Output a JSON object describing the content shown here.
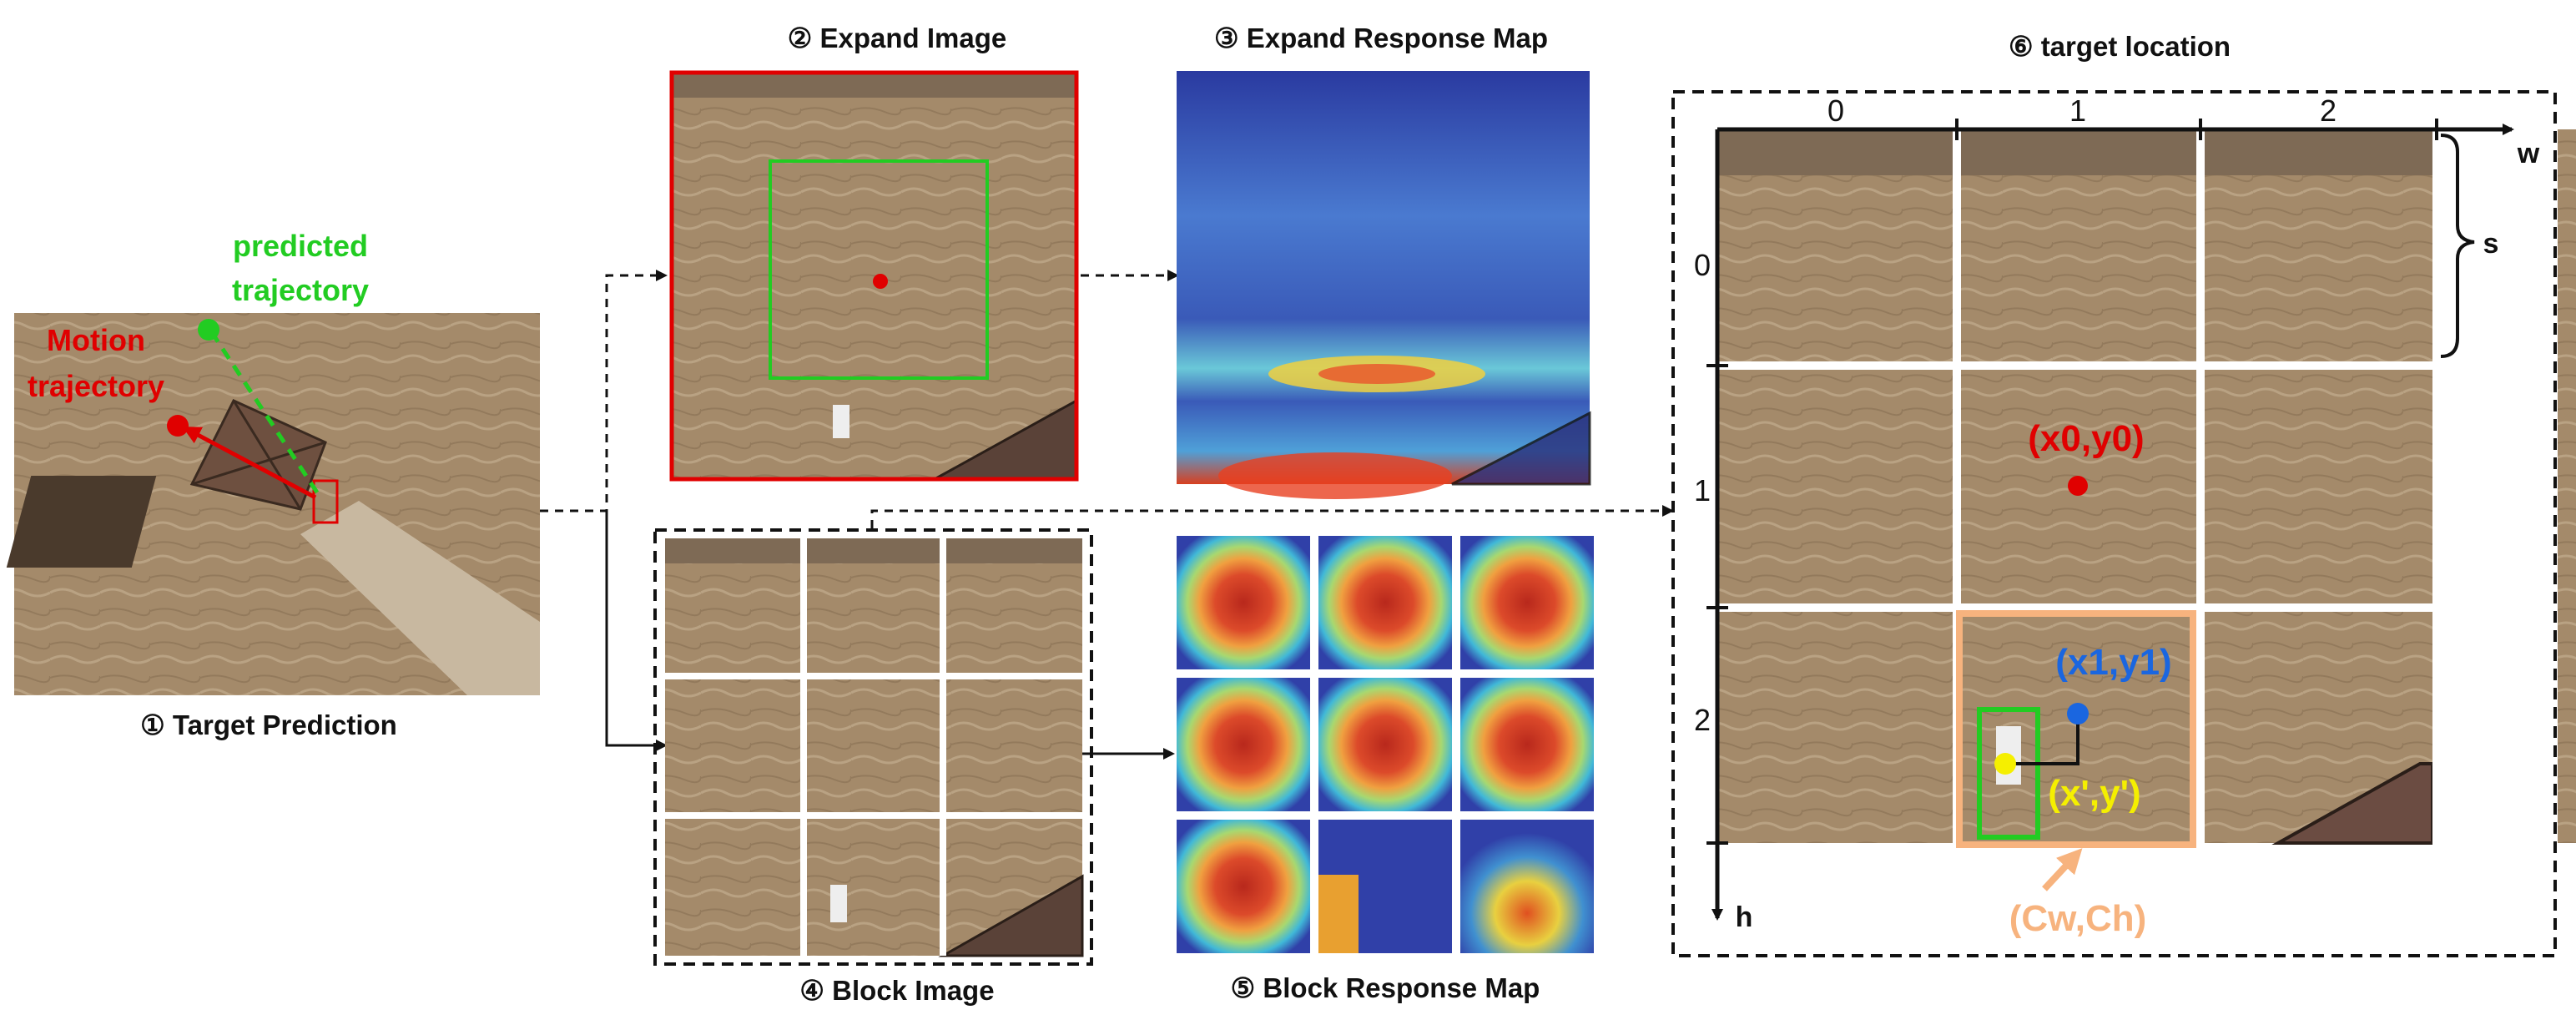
{
  "captions": {
    "target_prediction": "① Target Prediction",
    "expand_image": "② Expand Image",
    "expand_response": "③ Expand Response Map",
    "block_image": "④ Block Image",
    "block_response": "⑤ Block Response Map",
    "target_location": "⑥ target location"
  },
  "trajectory": {
    "motion_line1": "Motion",
    "motion_line2": "trajectory",
    "predicted_line1": "predicted",
    "predicted_line2": "trajectory"
  },
  "grid": {
    "cols": [
      "0",
      "1",
      "2"
    ],
    "rows": [
      "0",
      "1",
      "2"
    ],
    "axis_w": "w",
    "axis_h": "h",
    "size_label": "s"
  },
  "points": {
    "p0": "(x0,y0)",
    "p1": "(x1,y1)",
    "p_prime": "(x',y')",
    "center": "(Cw,Ch)"
  },
  "colors": {
    "red": "#e00000",
    "green": "#22cc22",
    "blue": "#1a66e0",
    "yellow": "#f5ef00",
    "orange": "#f7b37e",
    "sand": "#a98e6e",
    "dark_sand": "#7e6a55"
  }
}
